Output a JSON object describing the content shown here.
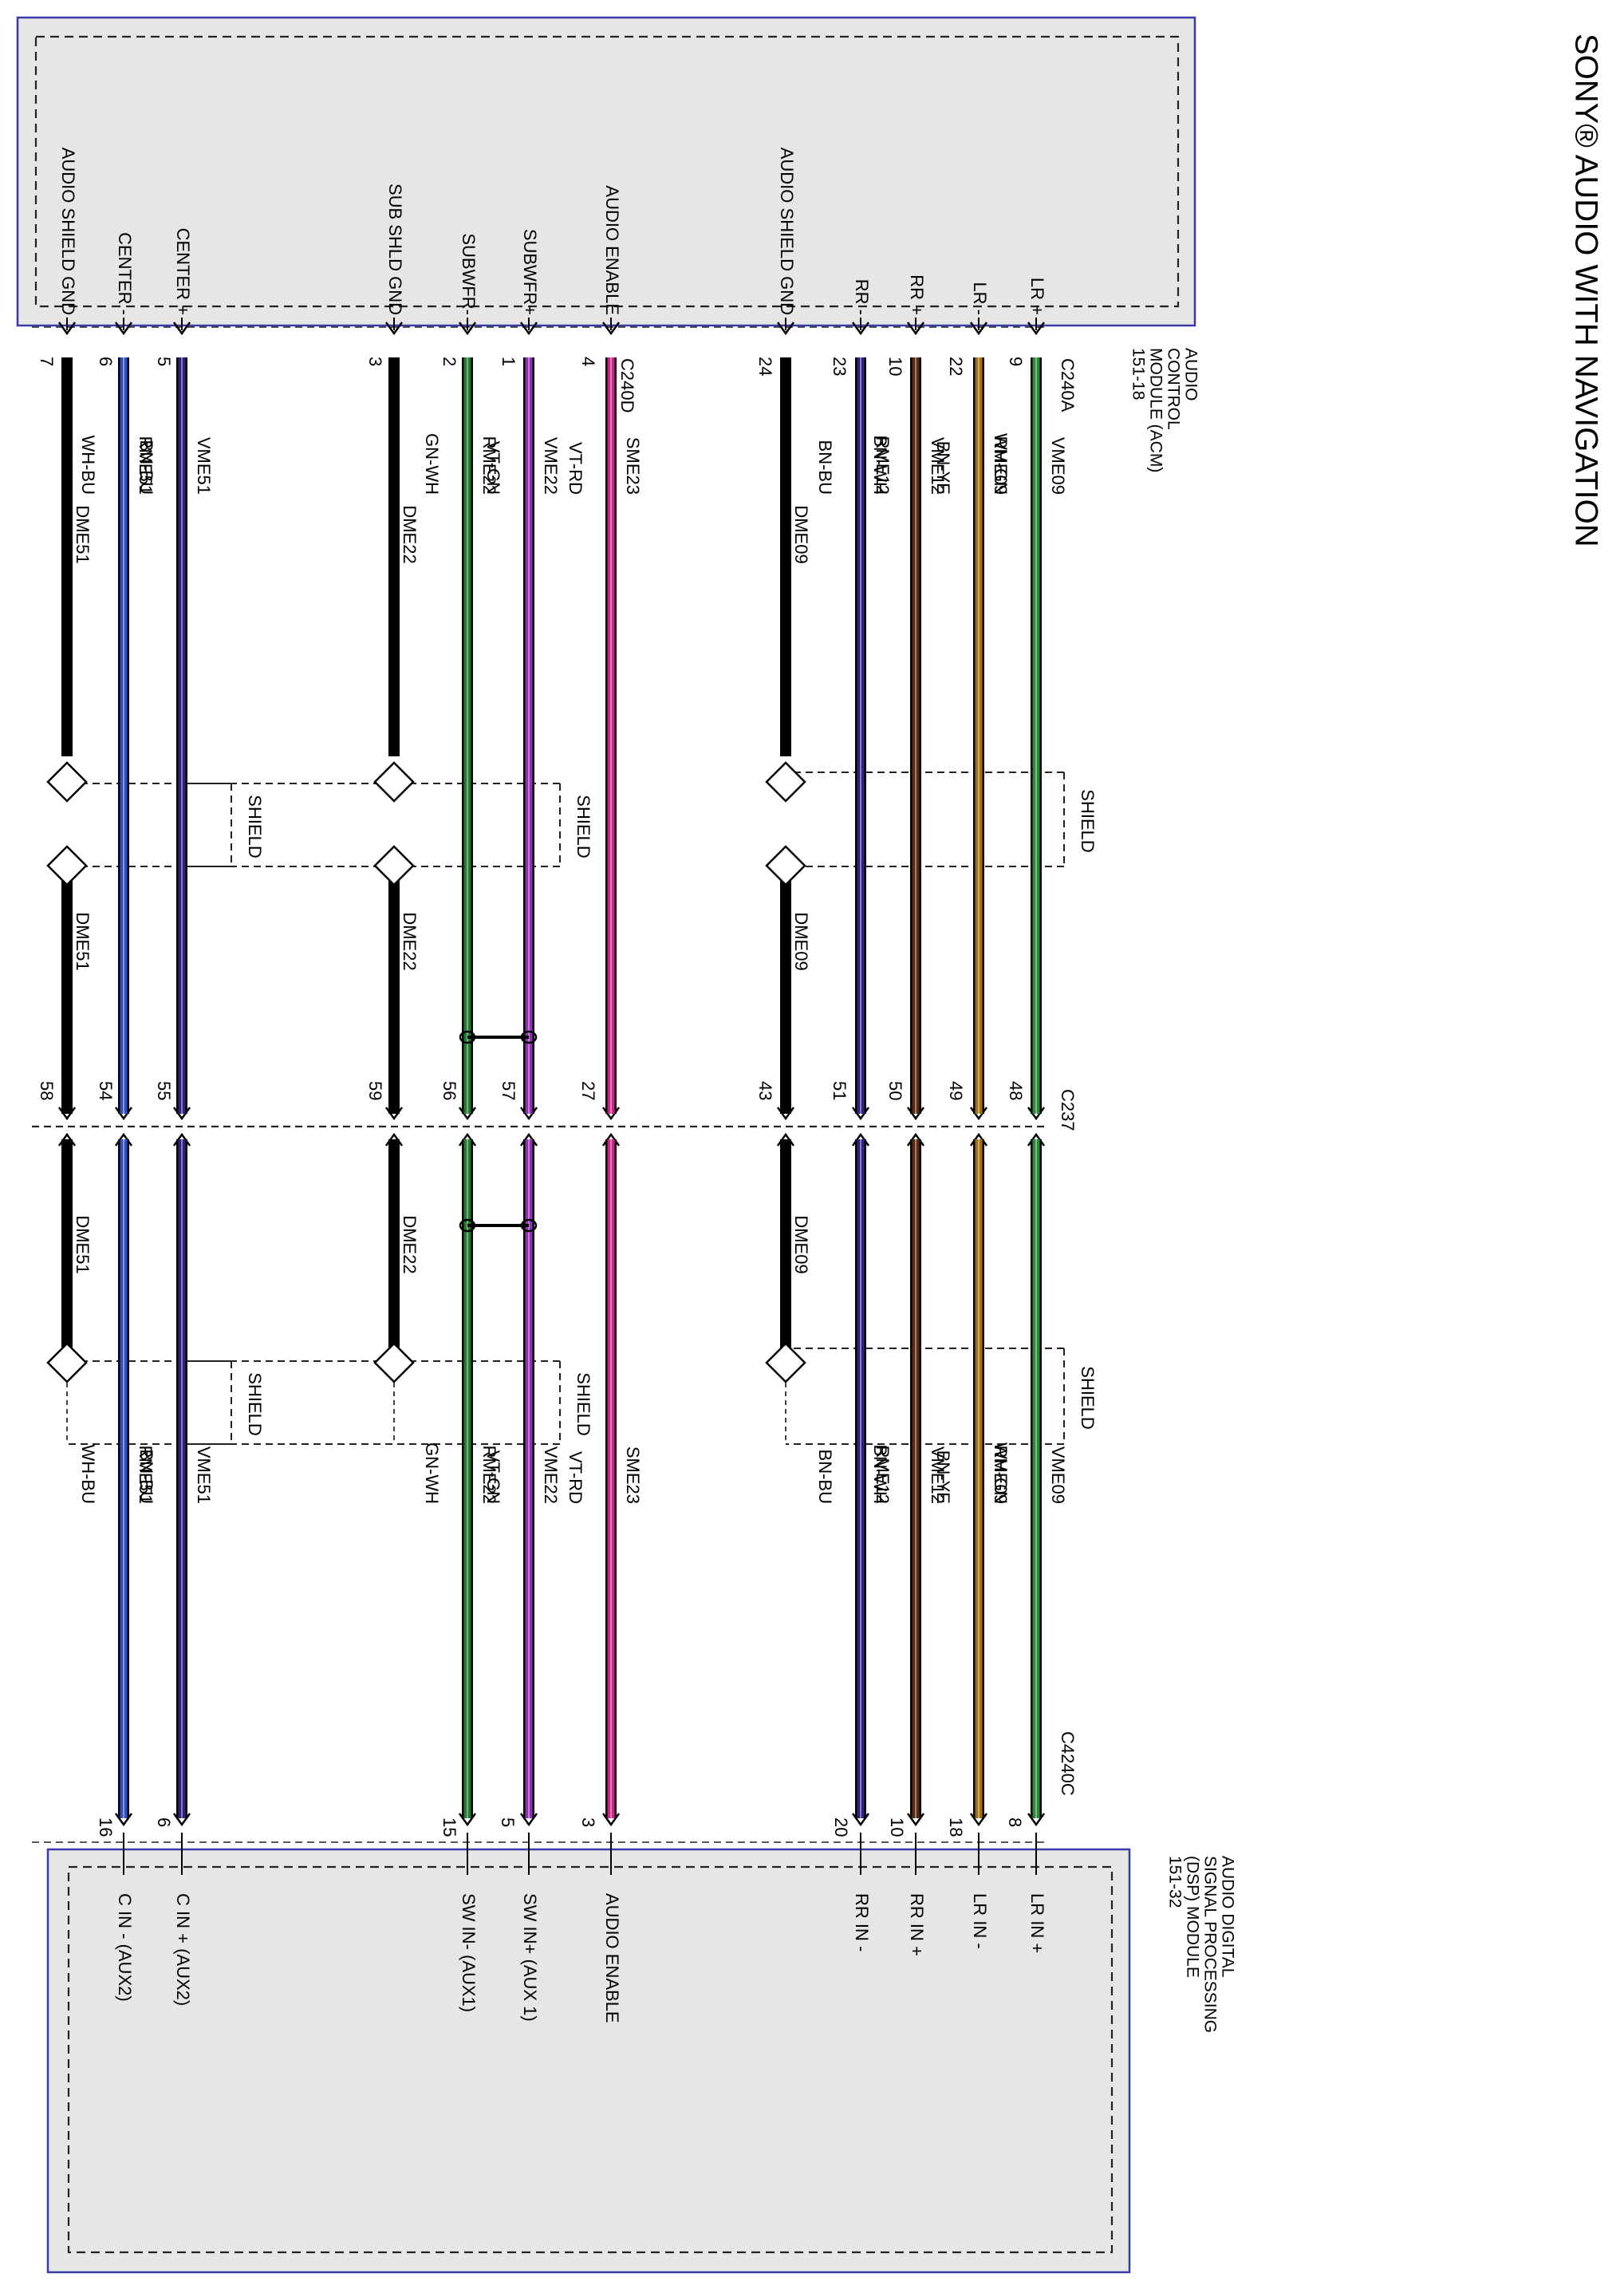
{
  "page_title": "SONY® AUDIO WITH NAVIGATION",
  "modules": {
    "top": {
      "lines": [
        "AUDIO",
        "CONTROL",
        "MODULE (ACM)",
        "151-18"
      ]
    },
    "bottom": {
      "lines": [
        "AUDIO DIGITAL",
        "SIGNAL PROCESSING",
        "(DSP) MODULE",
        "151-32"
      ]
    }
  },
  "connectors": {
    "acm": "C240A",
    "acm2": "C240D",
    "inline": "C237",
    "dsp": "C4240C"
  },
  "shield_label": "SHIELD",
  "colors": {
    "WH-GN": "#2a8a3a",
    "BN-YE": "#a07010",
    "BN-WH": "#5a2a10",
    "BN-BU": "#302080",
    "VT-RD": "#d0208a",
    "VT-GN": "#9030b0",
    "GN-WH": "#207a30",
    "WH-BU": "#3050c0",
    "black": "#000000"
  },
  "circuits": [
    {
      "acm_label": "LR +",
      "dsp_label": "LR IN +",
      "acm_pin": "9",
      "c237_pin": "48",
      "dsp_pin": "8",
      "circuit": "VME09",
      "color": "WH-GN",
      "kind": "signal"
    },
    {
      "acm_label": "LR -",
      "dsp_label": "LR IN -",
      "acm_pin": "22",
      "c237_pin": "49",
      "dsp_pin": "18",
      "circuit": "RME09",
      "color": "BN-YE",
      "kind": "signal"
    },
    {
      "acm_label": "RR +",
      "dsp_label": "RR IN +",
      "acm_pin": "10",
      "c237_pin": "50",
      "dsp_pin": "10",
      "circuit": "VME12",
      "color": "BN-WH",
      "kind": "signal"
    },
    {
      "acm_label": "RR -",
      "dsp_label": "RR IN -",
      "acm_pin": "23",
      "c237_pin": "51",
      "dsp_pin": "20",
      "circuit": "RME12",
      "color": "BN-BU",
      "kind": "signal"
    },
    {
      "acm_label": "AUDIO SHIELD GND",
      "dsp_label": "",
      "acm_pin": "24",
      "c237_pin": "43",
      "dsp_pin": "",
      "circuit": "DME09",
      "color": "",
      "kind": "drain"
    },
    {
      "acm_label": "AUDIO ENABLE",
      "dsp_label": "AUDIO ENABLE",
      "acm_pin": "4",
      "c237_pin": "27",
      "dsp_pin": "3",
      "circuit": "SME23",
      "color": "VT-RD",
      "kind": "signal"
    },
    {
      "acm_label": "SUBWFR+",
      "dsp_label": "SW IN+ (AUX 1)",
      "acm_pin": "1",
      "c237_pin": "57",
      "dsp_pin": "5",
      "circuit": "VME22",
      "color": "VT-GN",
      "kind": "signal"
    },
    {
      "acm_label": "SUBWFR-",
      "dsp_label": "SW IN- (AUX1)",
      "acm_pin": "2",
      "c237_pin": "56",
      "dsp_pin": "15",
      "circuit": "RME22",
      "color": "GN-WH",
      "kind": "signal"
    },
    {
      "acm_label": "SUB SHLD GND",
      "dsp_label": "",
      "acm_pin": "3",
      "c237_pin": "59",
      "dsp_pin": "",
      "circuit": "DME22",
      "color": "",
      "kind": "drain"
    },
    {
      "acm_label": "CENTER +",
      "dsp_label": "C IN + (AUX2)",
      "acm_pin": "5",
      "c237_pin": "55",
      "dsp_pin": "6",
      "circuit": "VME51",
      "color": "BN-BU",
      "kind": "signal"
    },
    {
      "acm_label": "CENTER -",
      "dsp_label": "C IN - (AUX2)",
      "acm_pin": "6",
      "c237_pin": "54",
      "dsp_pin": "16",
      "circuit": "RME51",
      "color": "WH-BU",
      "kind": "signal"
    },
    {
      "acm_label": "AUDIO SHIELD GND",
      "dsp_label": "",
      "acm_pin": "7",
      "c237_pin": "58",
      "dsp_pin": "",
      "circuit": "DME51",
      "color": "",
      "kind": "drain"
    }
  ]
}
